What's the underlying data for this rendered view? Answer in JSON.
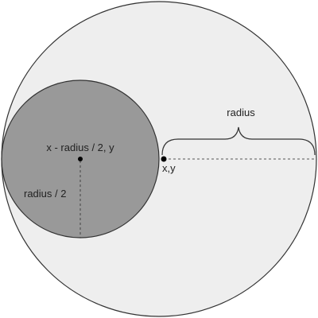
{
  "labels": {
    "radius": "radius",
    "center_point": "x,y",
    "inner_center": "x - radius / 2, y",
    "inner_radius": "radius / 2"
  },
  "colors": {
    "background": "#ffffff",
    "outer_fill": "#eeeeee",
    "inner_fill": "#999999",
    "stroke": "#333333",
    "point": "#000000",
    "dashed": "#555555"
  }
}
